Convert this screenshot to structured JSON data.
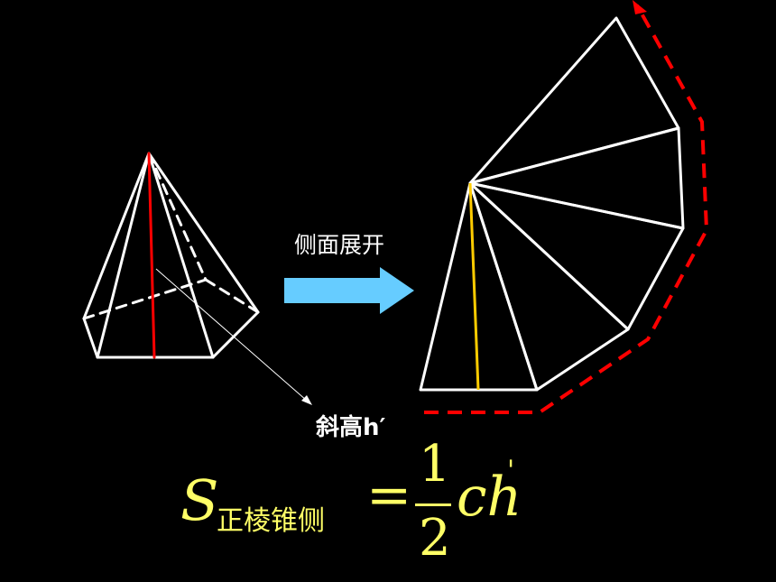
{
  "labels": {
    "unfold": "侧面展开",
    "slant_height": "斜高h′"
  },
  "formula": {
    "symbol": "S",
    "subscript": "正棱锥侧",
    "equals": "=",
    "numerator": "1",
    "denominator": "2",
    "variables": "ch",
    "prime": "'"
  },
  "colors": {
    "background": "#000000",
    "lines": "#ffffff",
    "height_line": "#ff0000",
    "slant_line": "#ffcc00",
    "perimeter": "#ff0000",
    "arrow": "#66ccff",
    "formula": "#ffff66"
  }
}
